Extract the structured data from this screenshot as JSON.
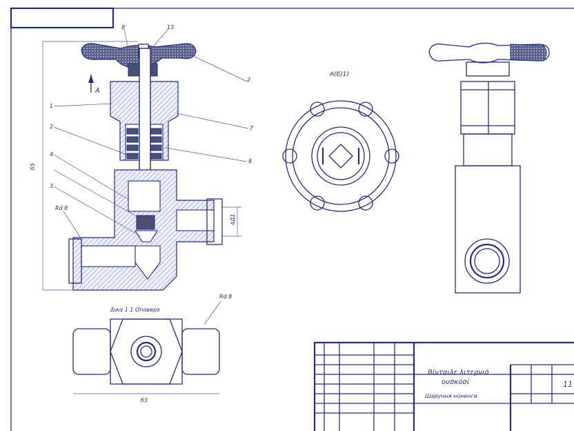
{
  "views": {
    "view_a_label": "A(б)1)",
    "section_label": "Δικα 1 1 Оповерх",
    "thread_label": "Rd 8",
    "thread_label_right": "Rd 8",
    "arrow_a": "A",
    "dim_height": "б5",
    "dim_width": "б3",
    "dim_port": "4Д1"
  },
  "callouts": [
    "8",
    "13",
    "2",
    "7",
    "8",
    "1",
    "2",
    "4",
    "3"
  ],
  "title_block": {
    "title_line1": "Βίνταιλε λιτερνιό",
    "title_line2": "ουσκόσί",
    "subtitle": "Шаруння ноненги",
    "sheet": "11"
  },
  "colors": {
    "line": "#1f2a8c",
    "hatch": "#8b93d6",
    "fill_dark": "#4b4f72"
  }
}
